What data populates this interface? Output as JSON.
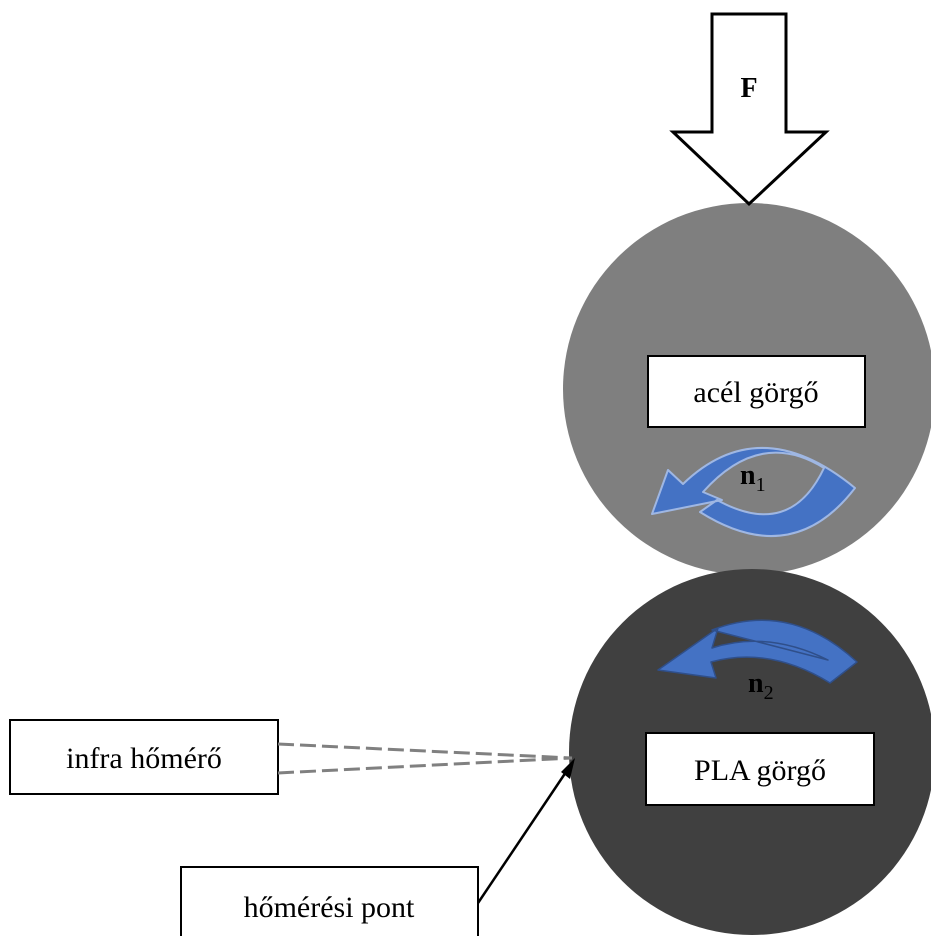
{
  "force_label": "F",
  "steel_roller": {
    "label": "acél görgő",
    "speed_symbol": "n",
    "speed_subscript": "1"
  },
  "pla_roller": {
    "label": "PLA görgő",
    "speed_symbol": "n",
    "speed_subscript": "2"
  },
  "infrared_thermometer_label": "infra hőmérő",
  "measurement_point_label": "hőmérési pont",
  "colors": {
    "steel_roller": "#7f7f7f",
    "pla_roller": "#404040",
    "rotation_arrow": "#4472c4",
    "rotation_arrow_outline": "#9fb7e3",
    "outline": "#000000",
    "sight_line": "#808080",
    "background": "#ffffff"
  }
}
